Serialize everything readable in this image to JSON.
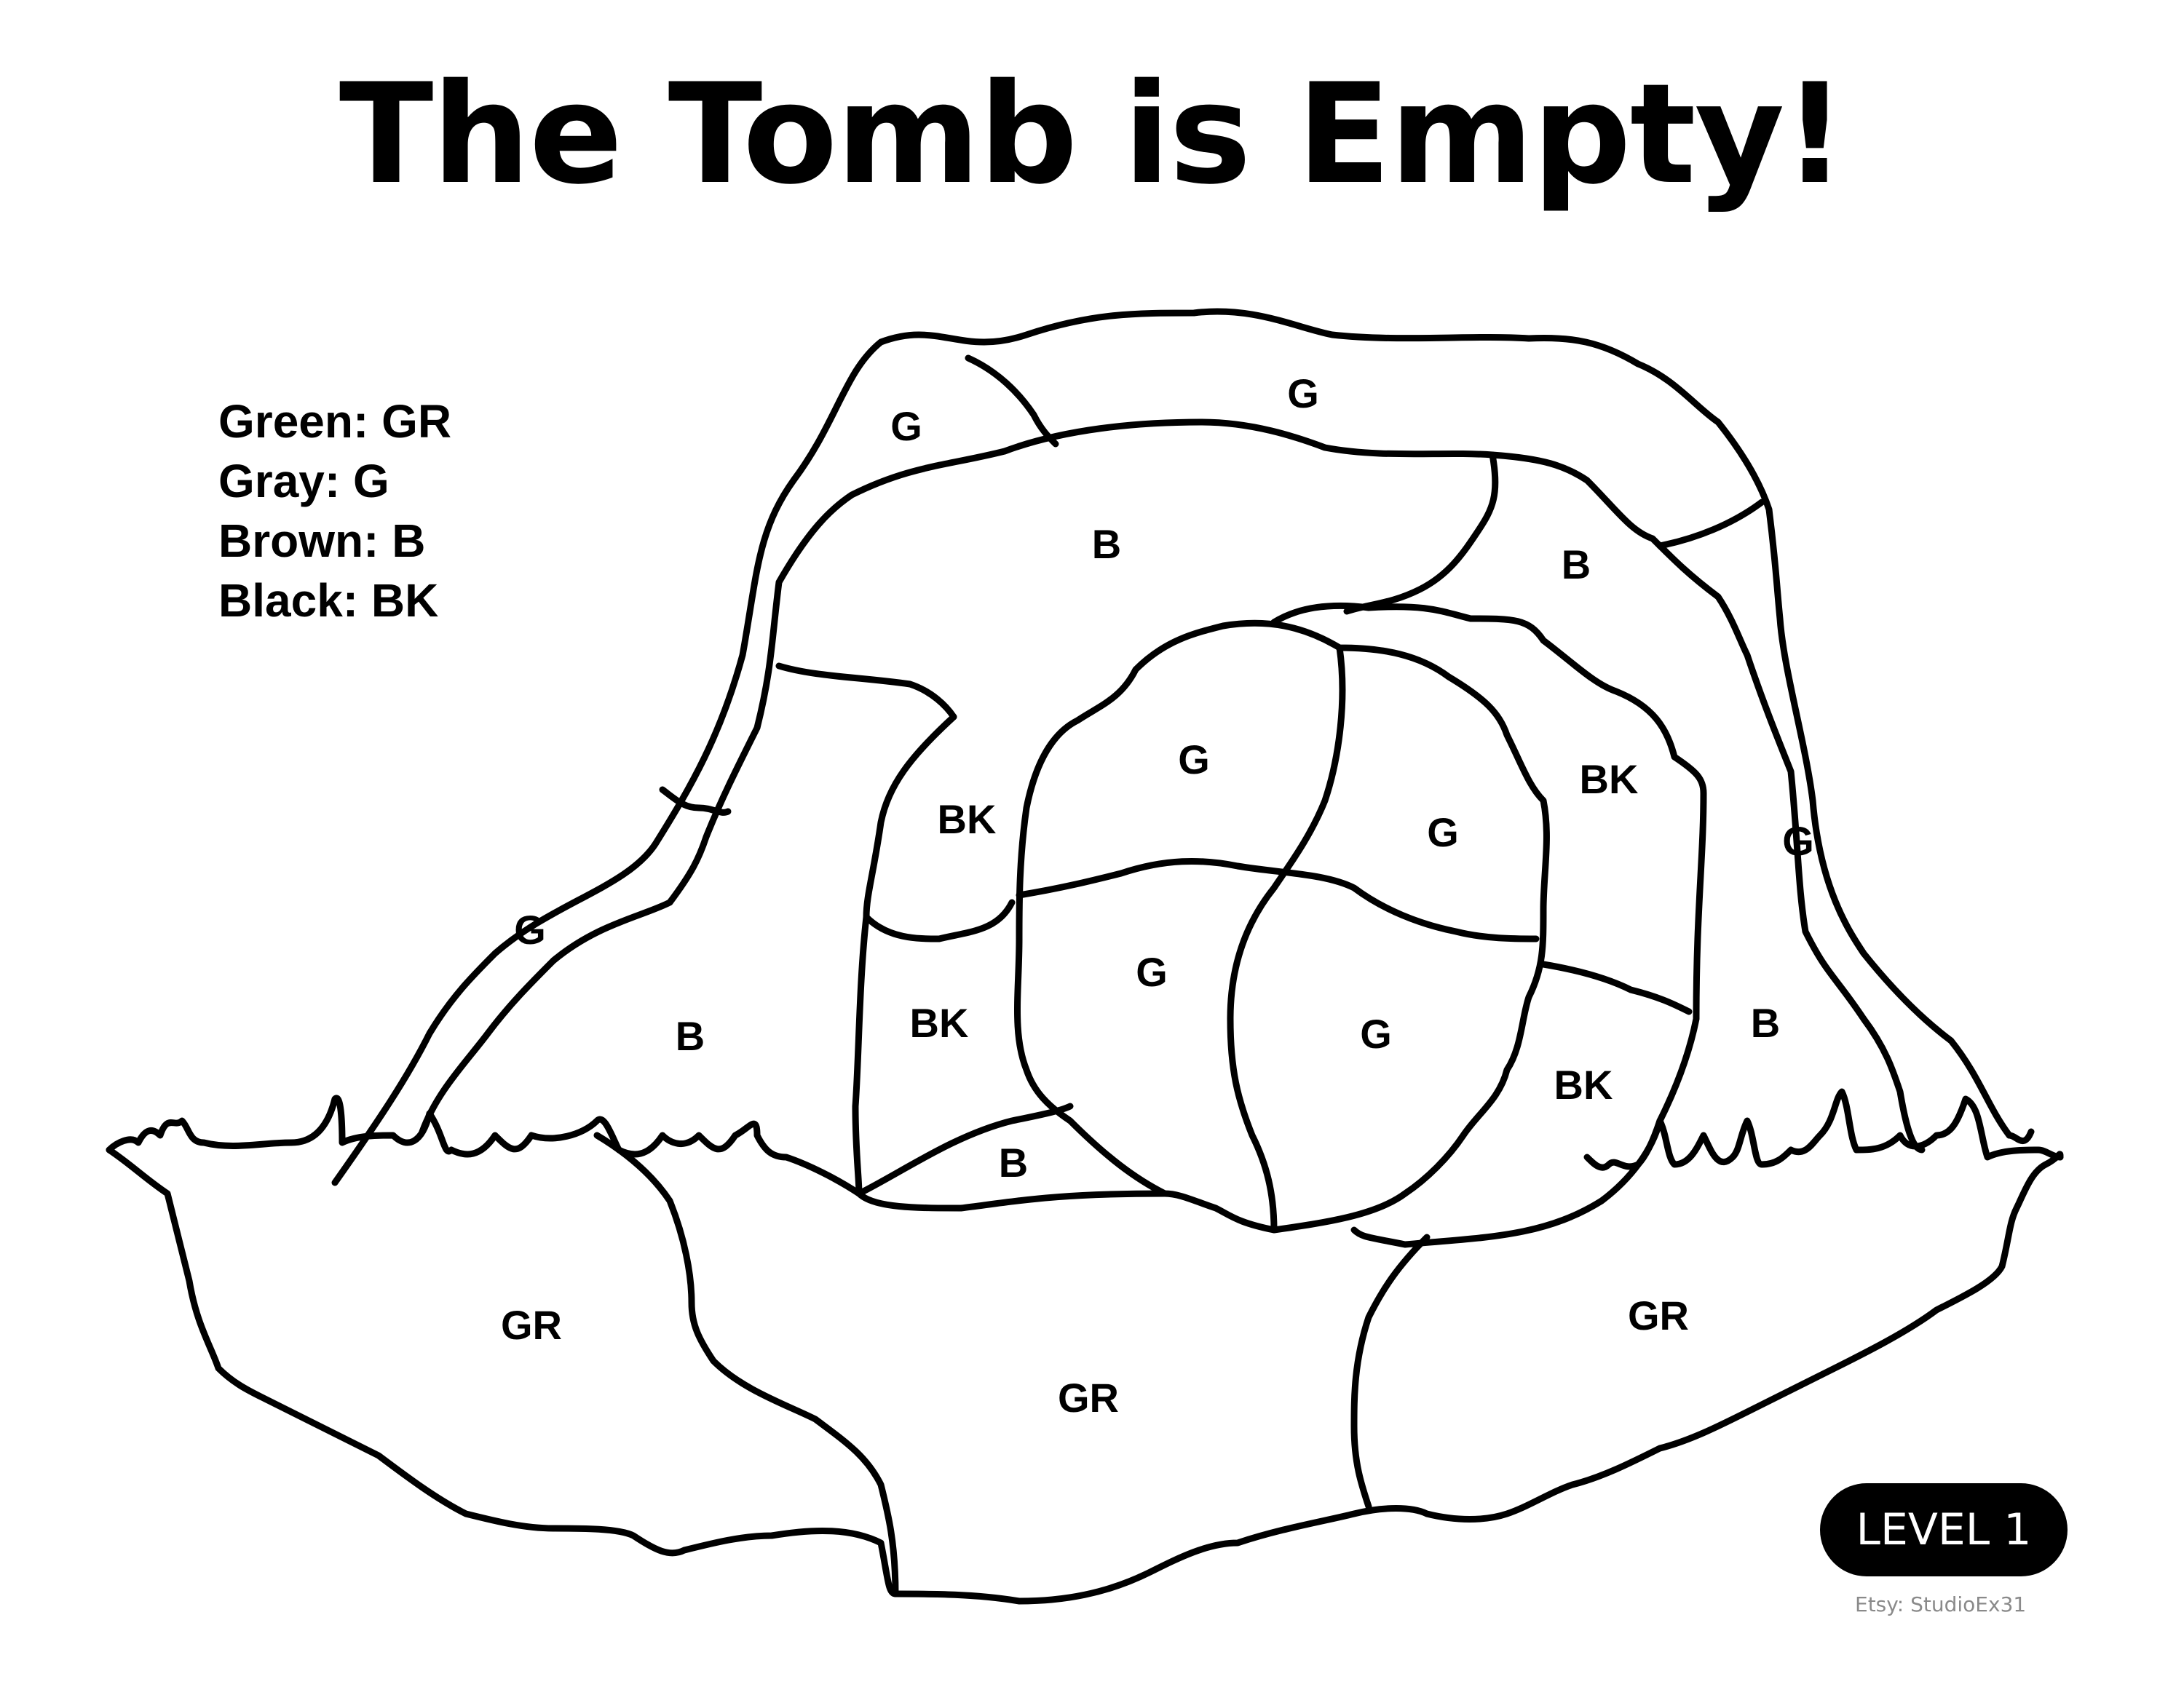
{
  "title": "The Tomb is Empty!",
  "legend": [
    "Green: GR",
    "Gray: G",
    "Brown: B",
    "Black: BK"
  ],
  "labels": {
    "arch_top_left": "G",
    "arch_top_right": "G",
    "arch_left_lower": "G",
    "arch_right": "G",
    "brown_top": "B",
    "brown_right": "B",
    "brown_left": "B",
    "brown_right_lower": "B",
    "brown_bottom": "B",
    "black_upper_left": "BK",
    "black_lower_left": "BK",
    "black_upper_right": "BK",
    "black_lower_right": "BK",
    "stone_top_left": "G",
    "stone_top_right": "G",
    "stone_bottom_left": "G",
    "stone_bottom_right": "G",
    "grass_left": "GR",
    "grass_middle": "GR",
    "grass_right": "GR"
  },
  "badge": "LEVEL 1",
  "credit": "Etsy: StudioEx31"
}
